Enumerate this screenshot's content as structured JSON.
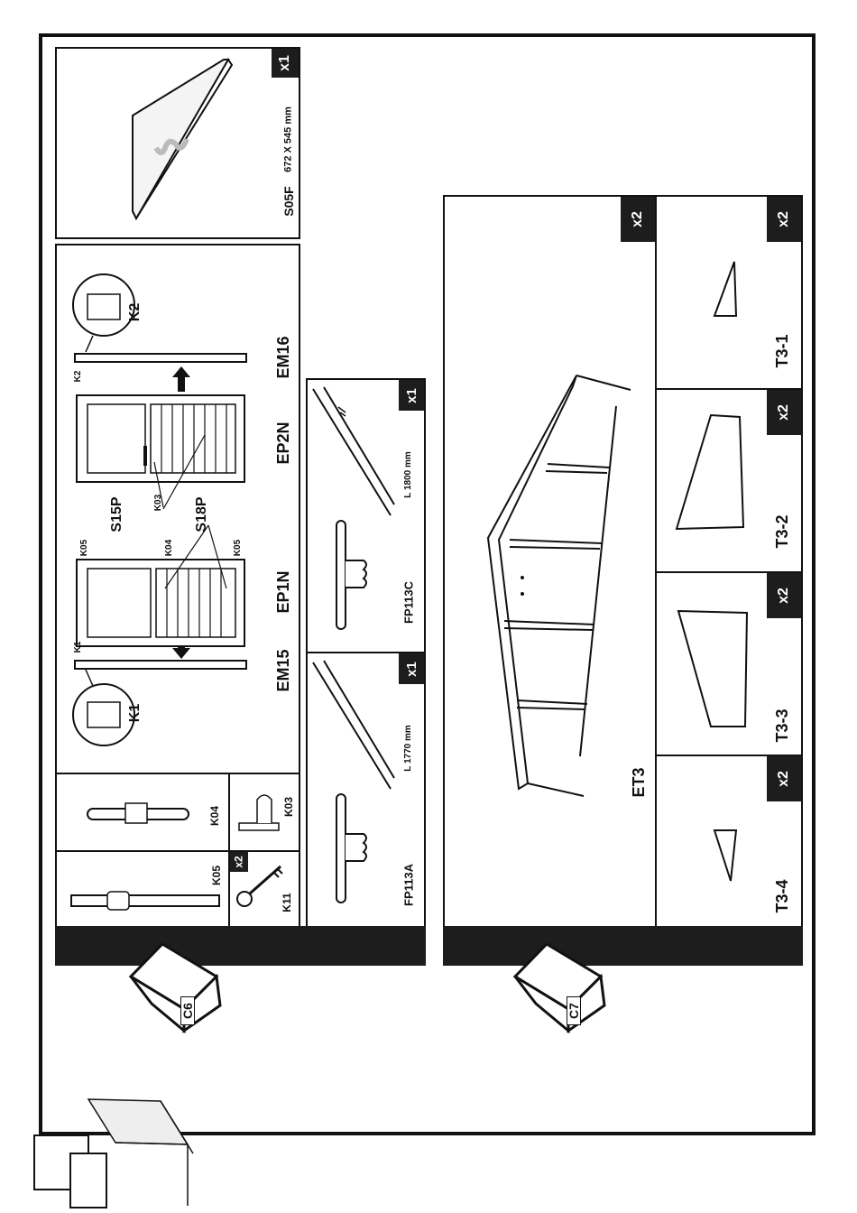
{
  "sheet": {
    "crates": {
      "c6": "C6",
      "c7": "C7"
    }
  },
  "panel_s05f": {
    "code": "S05F",
    "dimension": "672 X 545 mm",
    "qty": "x1"
  },
  "doors": {
    "labels": {
      "em15": "EM15",
      "ep1n": "EP1N",
      "ep2n": "EP2N",
      "em16": "EM16",
      "s15p": "S15P",
      "s18p": "S18P"
    },
    "callouts": {
      "k1": "K1",
      "k2": "K2",
      "k03": "K03",
      "k04": "K04",
      "k05a": "K05",
      "k05b": "K05",
      "k05c": "K05",
      "k1small": "K1",
      "k2small": "K2"
    }
  },
  "parts_small": {
    "k04": "K04",
    "k03": "K03",
    "k05": "K05",
    "k11": "K11",
    "k11_qty": "x2"
  },
  "profiles": {
    "fp113a": {
      "code": "FP113A",
      "length": "L 1770 mm",
      "qty": "x1"
    },
    "fp113c": {
      "code": "FP113C",
      "length": "L 1800 mm",
      "qty": "x1"
    }
  },
  "gable": {
    "code": "ET3",
    "qty": "x2"
  },
  "triangles": [
    {
      "code": "T3-1",
      "qty": "x2"
    },
    {
      "code": "T3-2",
      "qty": "x2"
    },
    {
      "code": "T3-3",
      "qty": "x2"
    },
    {
      "code": "T3-4",
      "qty": "x2"
    }
  ]
}
